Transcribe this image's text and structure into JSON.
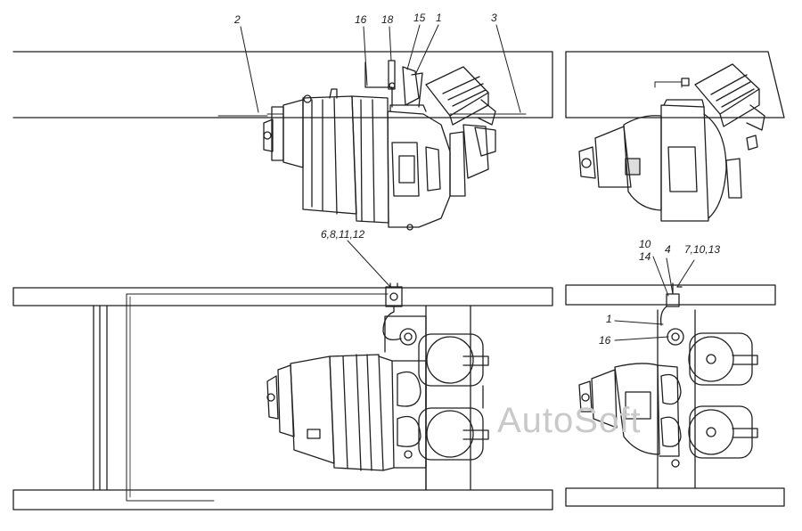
{
  "labels": {
    "l2": "2",
    "l16_top": "16",
    "l18": "18",
    "l15": "15",
    "l1_top": "1",
    "l3": "3",
    "l6_8_11_12": "6,8,11,12",
    "l10_14": "10\n14",
    "l10": "10",
    "l14": "14",
    "l4": "4",
    "l7_10_13": "7,10,13",
    "l1_bottom": "1",
    "l16_bottom": "16"
  },
  "watermark": "AutoSoft",
  "colors": {
    "line": "#1f1f1f",
    "shade": "#555555",
    "paper": "#ffffff",
    "watermark": "#c9c9c9"
  }
}
